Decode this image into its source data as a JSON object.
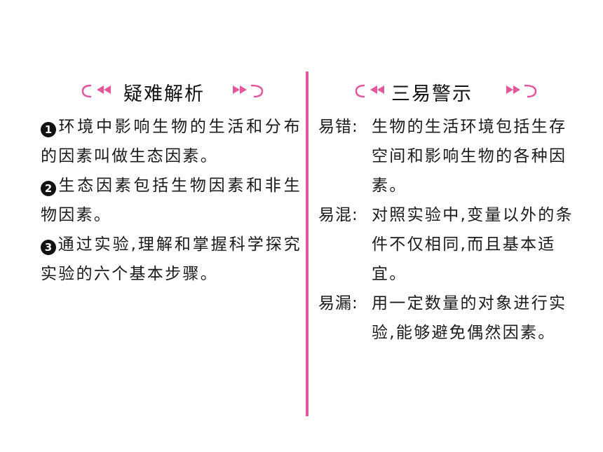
{
  "left": {
    "heading": "疑难解析",
    "points": [
      {
        "num": "1",
        "text": "环境中影响生物的生活和分布的因素叫做生态因素。"
      },
      {
        "num": "2",
        "text": "生态因素包括生物因素和非生物因素。"
      },
      {
        "num": "3",
        "text": "通过实验,理解和掌握科学探究实验的六个基本步骤。"
      }
    ]
  },
  "right": {
    "heading": "三易警示",
    "entries": [
      {
        "label": "易错:",
        "text": "生物的生活环境包括生存空间和影响生物的各种因素。"
      },
      {
        "label": "易混:",
        "text": "对照实验中,变量以外的条件不仅相同,而且基本适宜。"
      },
      {
        "label": "易漏:",
        "text": "用一定数量的对象进行实验,能够避免偶然因素。"
      }
    ]
  },
  "colors": {
    "accent": "#e3589c",
    "text": "#111111"
  }
}
